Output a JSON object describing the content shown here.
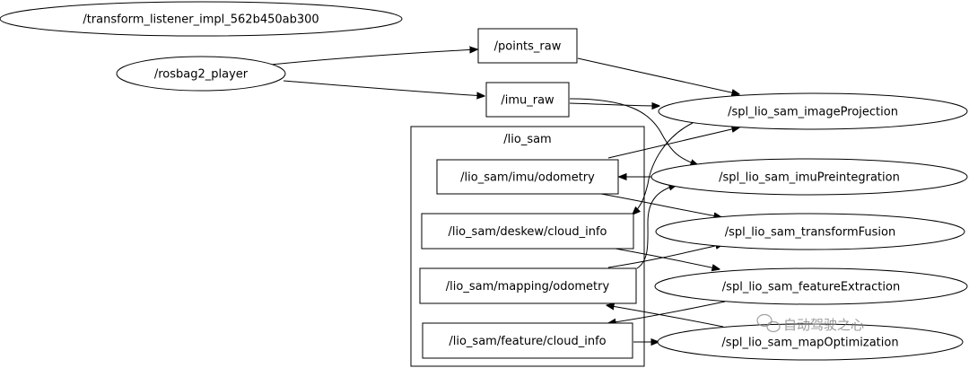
{
  "graph": {
    "cluster_label": "/lio_sam",
    "nodes": {
      "transform_listener": "/transform_listener_impl_562b450ab300",
      "rosbag2_player": "/rosbag2_player",
      "points_raw": "/points_raw",
      "imu_raw": "/imu_raw",
      "image_projection": "/spl_lio_sam_imageProjection",
      "imu_preintegration": "/spl_lio_sam_imuPreintegration",
      "transform_fusion": "/spl_lio_sam_transformFusion",
      "feature_extraction": "/spl_lio_sam_featureExtraction",
      "map_optimization": "/spl_lio_sam_mapOptimization",
      "imu_odometry": "/lio_sam/imu/odometry",
      "deskew_cloud_info": "/lio_sam/deskew/cloud_info",
      "mapping_odometry": "/lio_sam/mapping/odometry",
      "feature_cloud_info": "/lio_sam/feature/cloud_info"
    },
    "edges": [
      {
        "from": "rosbag2_player",
        "to": "points_raw"
      },
      {
        "from": "rosbag2_player",
        "to": "imu_raw"
      },
      {
        "from": "points_raw",
        "to": "image_projection"
      },
      {
        "from": "imu_raw",
        "to": "image_projection"
      },
      {
        "from": "imu_raw",
        "to": "imu_preintegration"
      },
      {
        "from": "imu_odometry",
        "to": "image_projection"
      },
      {
        "from": "imu_odometry",
        "to": "transform_fusion"
      },
      {
        "from": "imu_preintegration",
        "to": "imu_odometry"
      },
      {
        "from": "image_projection",
        "to": "deskew_cloud_info"
      },
      {
        "from": "deskew_cloud_info",
        "to": "feature_extraction"
      },
      {
        "from": "mapping_odometry",
        "to": "imu_preintegration"
      },
      {
        "from": "mapping_odometry",
        "to": "transform_fusion"
      },
      {
        "from": "feature_extraction",
        "to": "feature_cloud_info"
      },
      {
        "from": "feature_cloud_info",
        "to": "map_optimization"
      },
      {
        "from": "map_optimization",
        "to": "mapping_odometry"
      }
    ]
  },
  "watermark": {
    "text": "自动驾驶之心",
    "icon": "wechat-icon"
  }
}
